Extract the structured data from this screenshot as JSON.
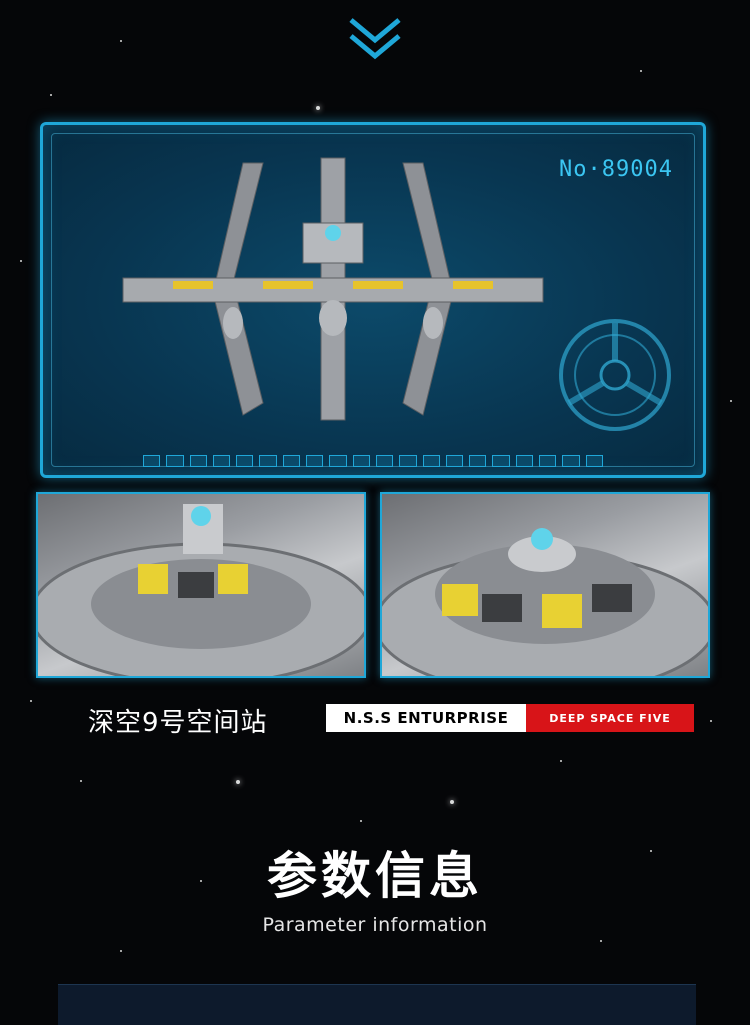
{
  "hero": {
    "model_number": "No·89004"
  },
  "subtitle": {
    "chinese_name": "深空9号空间站",
    "badge_primary": "N.S.S ENTURPRISE",
    "badge_secondary": "DEEP SPACE FIVE"
  },
  "section": {
    "title": "参数信息",
    "subtitle": "Parameter information"
  },
  "colors": {
    "accent": "#1fa7d8",
    "badge_red": "#d81418",
    "background": "#050608"
  }
}
